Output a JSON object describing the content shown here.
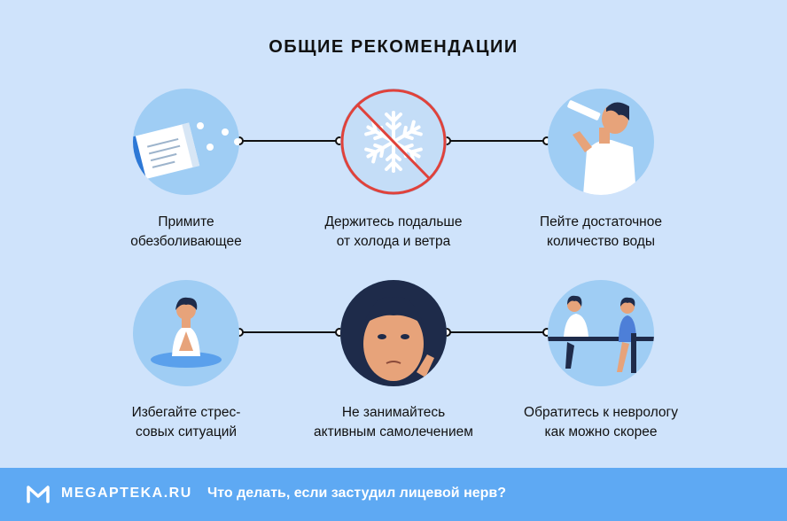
{
  "title": "ОБЩИЕ РЕКОМЕНДАЦИИ",
  "items": [
    {
      "line1": "Примите",
      "line2": "обезболивающее",
      "icon": "painkiller-pack-icon"
    },
    {
      "line1": "Держитесь подальше",
      "line2": "от холода и ветра",
      "icon": "no-cold-snowflake-icon"
    },
    {
      "line1": "Пейте достаточное",
      "line2": "количество воды",
      "icon": "drinking-water-icon"
    },
    {
      "line1": "Избегайте стрес-",
      "line2": "совых ситуаций",
      "icon": "meditation-icon"
    },
    {
      "line1": "Не занимайтесь",
      "line2": "активным самолечением",
      "icon": "worried-face-icon"
    },
    {
      "line1": "Обратитесь к неврологу",
      "line2": "как можно скорее",
      "icon": "doctor-consultation-icon"
    }
  ],
  "footer": {
    "brand": "MEGAPTEKA.RU",
    "subtitle": "Что делать, если застудил лицевой нерв?"
  },
  "colors": {
    "background": "#cfe3fb",
    "circle": "#9fcdf4",
    "footer": "#5ea9f3",
    "prohibition": "#e0423b"
  }
}
